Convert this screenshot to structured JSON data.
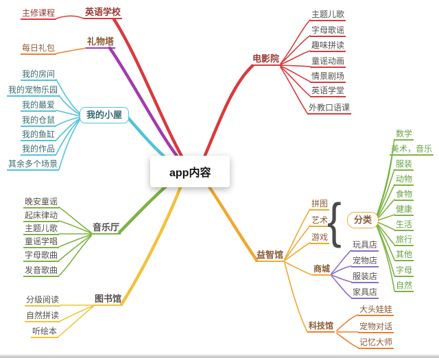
{
  "center": {
    "label": "app内容"
  },
  "colors": {
    "red": "#d93a3e",
    "purple": "#a13bb0",
    "cyan": "#4fc3da",
    "green": "#7cb342",
    "yellow": "#f2c23e",
    "amber": "#f0a830",
    "orange": "#ec8030",
    "violet": "#8d6bc8",
    "textDark": "#53504c",
    "textRed": "#973a33",
    "textBrown": "#8a5a33",
    "textTeal": "#3a6b72",
    "textGreen": "#67a344",
    "braceColor": "#4a4a4a"
  },
  "branches": {
    "english": {
      "label": "英语学校",
      "items": [
        "主修课程"
      ]
    },
    "gift": {
      "label": "礼物塔",
      "items": [
        "每日礼包"
      ]
    },
    "house": {
      "label": "我的小屋",
      "items": [
        "我的房间",
        "我的宠物乐园",
        "我的最爱",
        "我的仓鼠",
        "我的鱼缸",
        "我的作品",
        "其余多个场景"
      ]
    },
    "music": {
      "label": "音乐厅",
      "items": [
        "晚安童谣",
        "起床律动",
        "主题儿歌",
        "童谣学唱",
        "字母歌曲",
        "发音歌曲"
      ]
    },
    "library": {
      "label": "图书馆",
      "items": [
        "分级阅读",
        "自然拼读",
        "听绘本"
      ]
    },
    "cinema": {
      "label": "电影院",
      "items": [
        "主题儿歌",
        "字母歌谣",
        "趣味拼读",
        "童谣动画",
        "情景剧场",
        "英语学堂",
        "外教口语课"
      ]
    },
    "puzzle": {
      "label": "益智馆",
      "types": [
        "拼图",
        "艺术",
        "游戏"
      ],
      "brace": "{",
      "category": {
        "label": "分类",
        "items": [
          "数学",
          "美术，音乐",
          "服装",
          "动物",
          "食物",
          "健康",
          "生活",
          "旅行",
          "其他",
          "字母",
          "自然"
        ]
      },
      "mall": {
        "label": "商城",
        "items": [
          "玩具店",
          "宠物店",
          "服装店",
          "家具店"
        ]
      },
      "tech": {
        "label": "科技馆",
        "items": [
          "大头娃娃",
          "宠物对话",
          "记忆大师"
        ]
      }
    }
  }
}
